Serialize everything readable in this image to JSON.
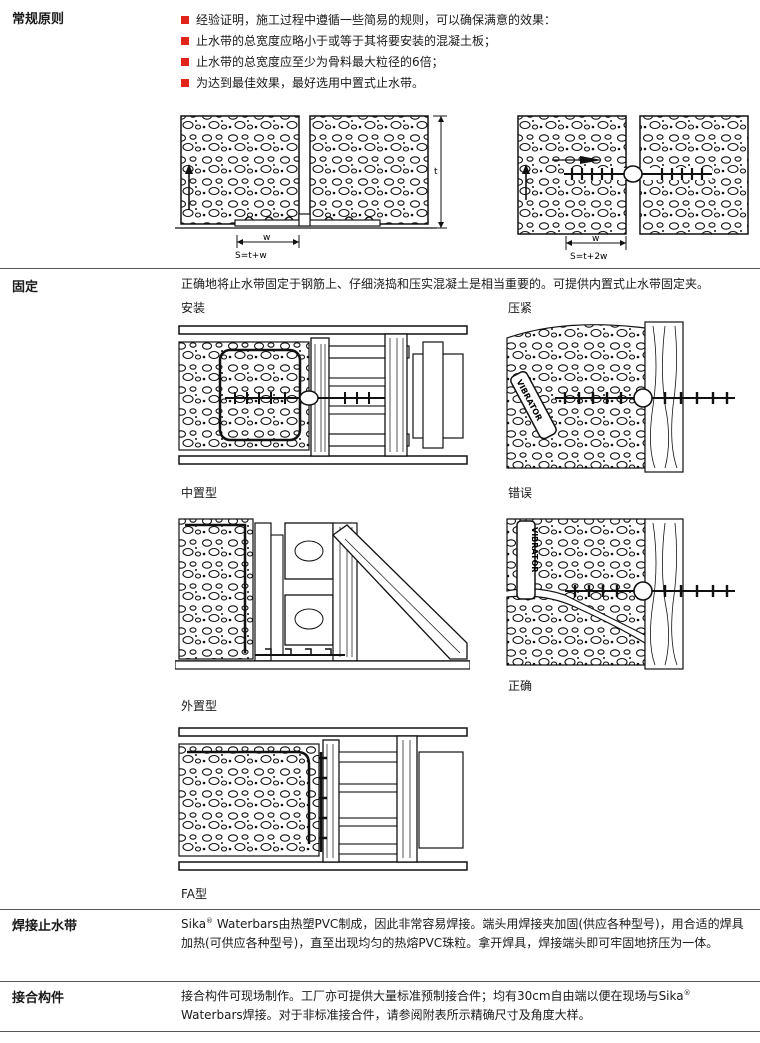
{
  "sections": {
    "general": {
      "title": "常规原则",
      "bullets": [
        "经验证明，施工过程中遵循一些简易的规则，可以确保满意的效果：",
        "止水带的总宽度应略小于或等于其将要安装的混凝土板；",
        "止水带的总宽度应至少为骨料最大粒径的6倍；",
        "为达到最佳效果，最好选用中置式止水带。"
      ],
      "fig1": {
        "dim_w": "w",
        "dim_t": "t",
        "formula": "S=t+w"
      },
      "fig2": {
        "dim_w": "w",
        "formula": "S=t+2w"
      }
    },
    "fixing": {
      "title": "固定",
      "text": "正确地将止水带固定于钢筋上、仔细浇捣和压实混凝土是相当重要的。可提供内置式止水带固定夹。",
      "captions": {
        "install": "安装",
        "compact": "压紧",
        "center": "中置型",
        "wrong": "错误",
        "correct": "正确",
        "external": "外置型",
        "fa": "FA型"
      },
      "vibrator_label": "VIBRATOR"
    },
    "welding": {
      "title": "焊接止水带",
      "brand": "Sika",
      "reg": "®",
      "text_a": " Waterbars由热塑PVC制成，因此非常容易焊接。端头用焊接夹加固(供应各种型号)，用合适的焊具加热(可供应各种型号)，直至出现均匀的热熔PVC珠粒。拿开焊具，焊接端头即可牢固地挤压为一体。"
    },
    "joints": {
      "title": "接合构件",
      "text_a": "接合构件可现场制作。工厂亦可提供大量标准预制接合件；均有30cm自由端以便在现场与",
      "brand": "Sika",
      "reg": "®",
      "text_b": " Waterbars焊接。对于非标准接合件，请参阅附表所示精确尺寸及角度大样。"
    }
  },
  "colors": {
    "bullet": "#e2231a",
    "line": "#111111",
    "rule": "#555555"
  }
}
